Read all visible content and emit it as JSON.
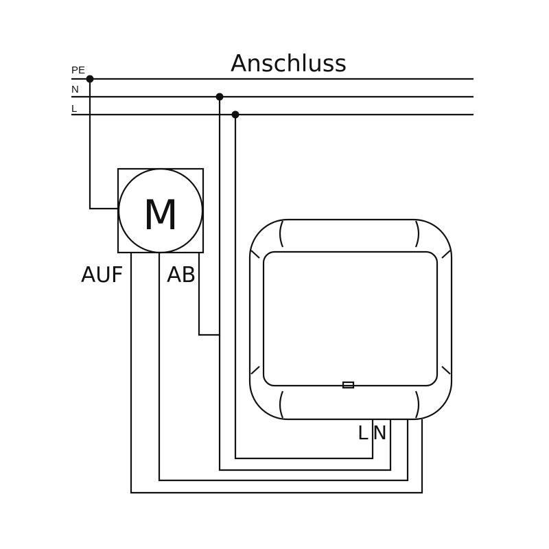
{
  "title": "Anschluss",
  "bus_lines": {
    "pe": "PE",
    "n": "N",
    "l": "L"
  },
  "motor": {
    "symbol": "M",
    "terminal_up": "AUF",
    "terminal_down": "AB"
  },
  "switch": {
    "terminal_l": "L",
    "terminal_n": "N"
  },
  "colors": {
    "line": "#111111",
    "background": "#ffffff"
  }
}
